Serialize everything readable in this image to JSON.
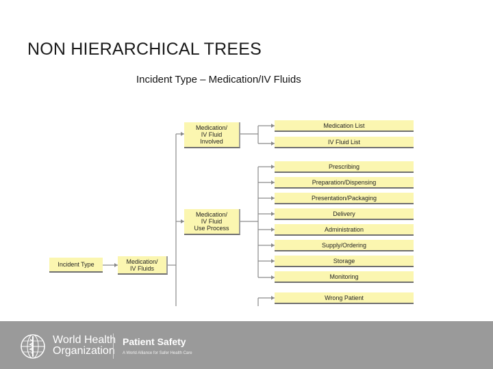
{
  "slide_title": "NON HIERARCHICAL TREES",
  "diagram": {
    "title": "Incident Type – Medication/IV Fluids",
    "root": "Incident Type",
    "level1": "Medication/\nIV Fluids",
    "groups": [
      {
        "label": "Medication/\nIV Fluid\nInvolved",
        "items": [
          "Medication List",
          "IV Fluid List"
        ]
      },
      {
        "label": "Medication/\nIV Fluid\nUse Process",
        "items": [
          "Prescribing",
          "Preparation/Dispensing",
          "Presentation/Packaging",
          "Delivery",
          "Administration",
          "Supply/Ordering",
          "Storage",
          "Monitoring"
        ]
      },
      {
        "label": "",
        "items": [
          "Wrong Patient"
        ]
      }
    ]
  },
  "footer": {
    "organization": "World Health\nOrganization",
    "product": "Patient Safety",
    "tagline": "A World Alliance for Safer Health Care"
  },
  "colors": {
    "box_fill": "#fbf6b0",
    "footer_bg": "#9a9a9a"
  }
}
